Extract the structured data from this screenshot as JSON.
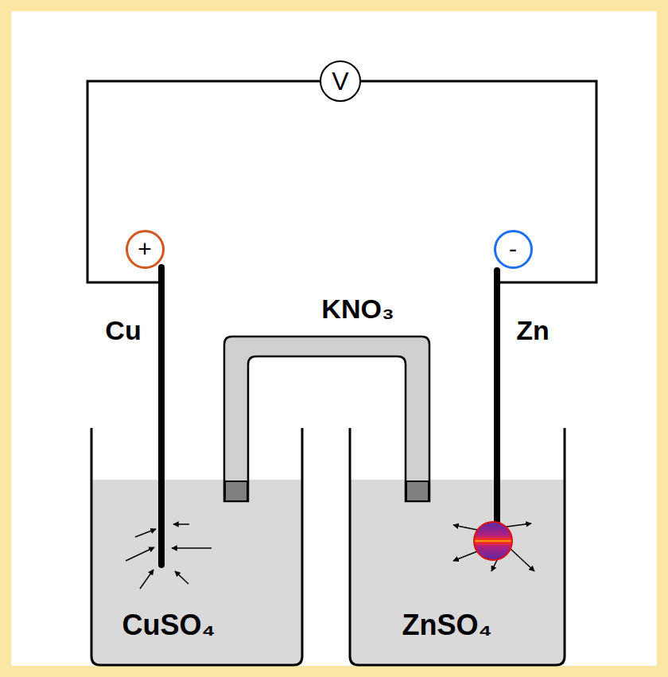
{
  "diagram": {
    "nodes": [
      {
        "text": [
          "V"
        ]
      },
      {
        "text": [
          "+"
        ]
      },
      {
        "text": [
          "-"
        ]
      }
    ],
    "labels": [
      "Cu",
      "KNO₃",
      "Zn",
      "CuSO₄",
      "ZnSO₄"
    ]
  }
}
